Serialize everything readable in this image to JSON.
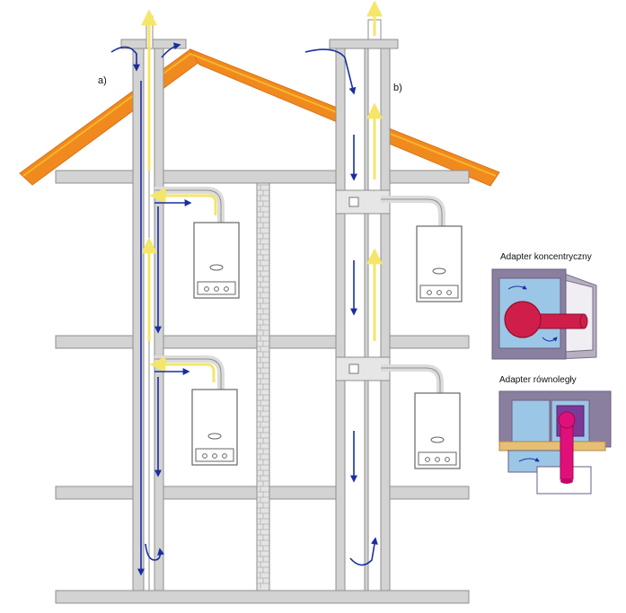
{
  "labels": {
    "system_a": "a)",
    "system_b": "b)",
    "adapter_concentric": "Adapter koncentryczny",
    "adapter_parallel": "Adapter równoległy"
  },
  "colors": {
    "roof": "#f08a1e",
    "roof_edge": "#f7b52c",
    "wall": "#d3d3d3",
    "wall_edge": "#8f8f8f",
    "brick": "#cccccc",
    "fresh_air_arrow": "#1a2ea0",
    "exhaust_arrow": "#f5e66a",
    "adapter_body": "#8b7fa0",
    "adapter_inner": "#9cc6e6",
    "exhaust_pipe": "#d01e4a",
    "parallel_pipe": "#e0107a",
    "beam": "#e6bf74"
  },
  "icons": {
    "boiler": "wall-boiler-icon",
    "fresh_air": "blue-arrow-icon",
    "exhaust": "yellow-arrow-icon"
  }
}
